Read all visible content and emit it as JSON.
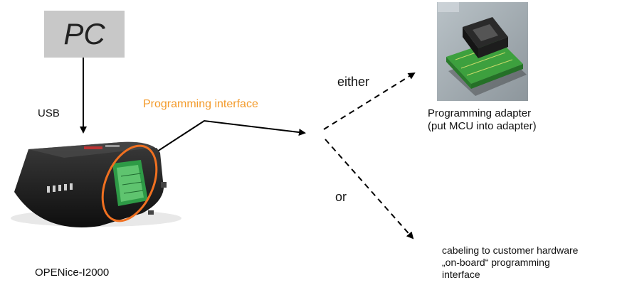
{
  "pc": {
    "label": "PC"
  },
  "labels": {
    "usb": "USB",
    "programming_interface": "Programming interface",
    "either": "either",
    "or": "or",
    "device_name": "OPENice-I2000"
  },
  "adapter": {
    "caption_line1": "Programming adapter",
    "caption_line2": "(put MCU into adapter)"
  },
  "cabeling": {
    "line1": "cabeling to customer hardware",
    "line2": "„on-board“ programming",
    "line3": "interface"
  },
  "colors": {
    "accent": "#f39a2a",
    "pc_box": "#c8c8c8"
  }
}
